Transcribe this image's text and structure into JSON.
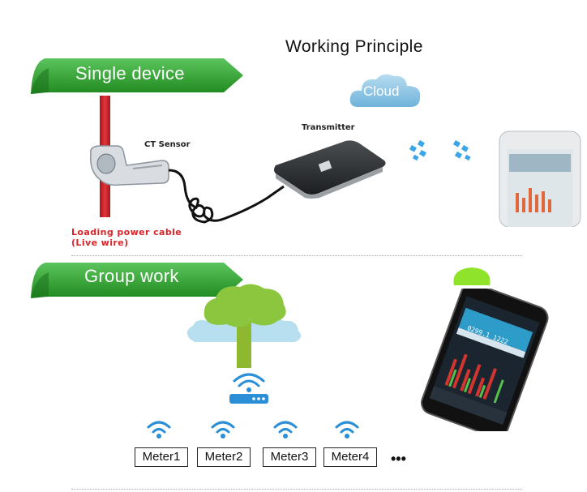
{
  "title": "Working Principle",
  "single_section": {
    "banner_label": "Single device",
    "cloud_label": "Cloud",
    "sensor_label": "CT Sensor",
    "transmitter_label": "Transmitter",
    "cable_label_line1": "Loading power cable",
    "cable_label_line2": "(Live wire)"
  },
  "group_section": {
    "banner_label": "Group  work",
    "meters": [
      "Meter1",
      "Meter2",
      "Meter3",
      "Meter4"
    ],
    "more_indicator": "•••"
  },
  "phone_screen": {
    "reading": "0299.1 1222"
  },
  "colors": {
    "banner_green": "#2e9e2e",
    "cloud_blue": "#8fc6e6",
    "wifi_blue": "#2a8fd6",
    "cable_red": "#d9252a",
    "tree_green": "#7cc142",
    "accent_lime": "#8fe32a"
  }
}
